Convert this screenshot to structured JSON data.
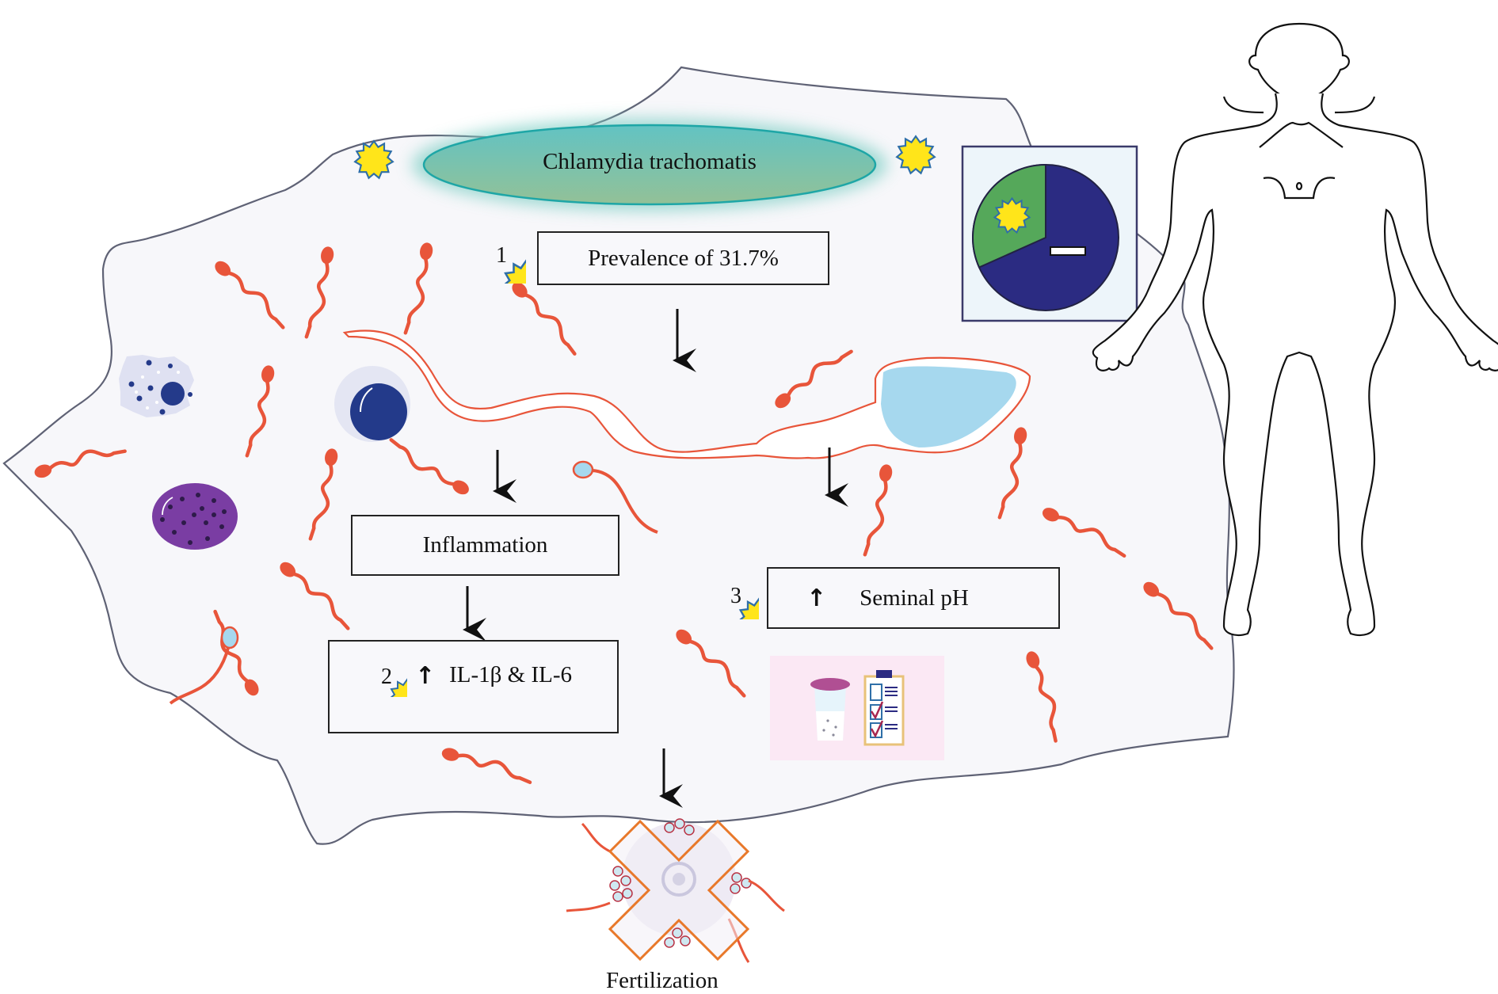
{
  "diagram": {
    "title_oval": "Chlamydia trachomatis",
    "boxes": {
      "prevalence": {
        "badge": "1",
        "text": "Prevalence of 31.7%"
      },
      "inflammation": {
        "text": "Inflammation"
      },
      "cytokines": {
        "badge": "2",
        "arrow": "↑",
        "text": "IL-1β & IL-6"
      },
      "seminal_ph": {
        "badge": "3",
        "arrow": "↑",
        "text": "Seminal pH"
      }
    },
    "outcome_label": "Fertilization",
    "pie_inset": {
      "positive_fraction": 0.317,
      "negative_sign": "−",
      "colors": {
        "positive": "#55a85a",
        "negative": "#2b2b82",
        "background": "#edf5fa",
        "border": "#3a3a6a"
      }
    },
    "colors": {
      "sperm": "#e8553a",
      "badge_fill": "#ffe51a",
      "badge_stroke": "#2f6fa8",
      "oval_top": "#66c2c0",
      "oval_bottom": "#8cc09a",
      "cell_bg": "#f7f7fa",
      "cell_outline": "#5f6275",
      "cross": "#e8782a"
    },
    "icons": [
      "chlamydia-star-icon",
      "sperm-icon",
      "egg-cell-icon",
      "sample-cup-icon",
      "clipboard-icon",
      "human-body-outline"
    ]
  }
}
